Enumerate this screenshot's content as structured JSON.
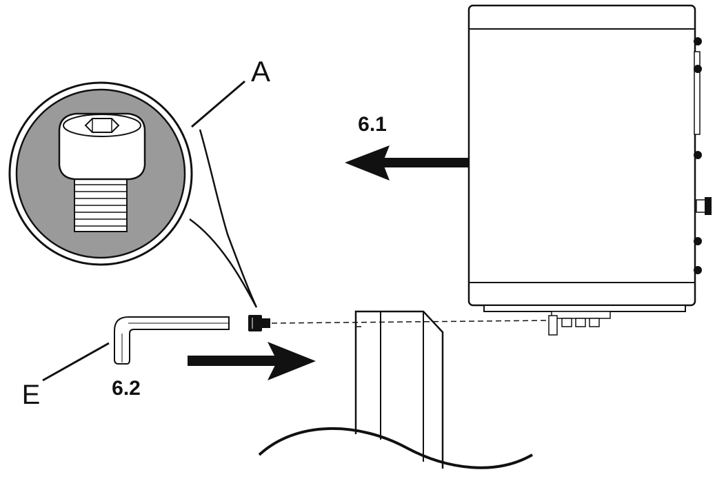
{
  "labels": {
    "part_a": "A",
    "part_e": "E",
    "step_1": "6.1",
    "step_2": "6.2"
  },
  "colors": {
    "stroke": "#111111",
    "detail_fill": "#9a9a9a",
    "screw_fill": "#ffffff",
    "background": "#ffffff"
  }
}
